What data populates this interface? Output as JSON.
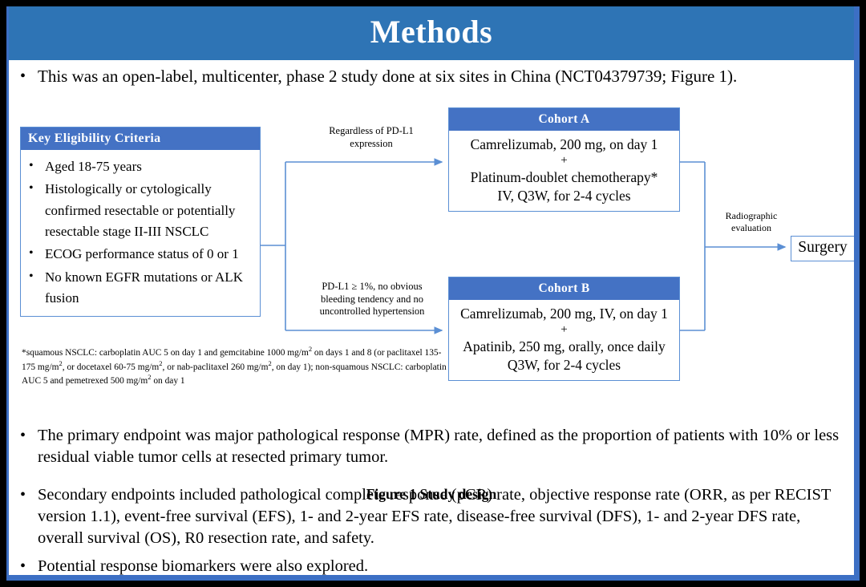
{
  "slide": {
    "title": "Methods",
    "accent_color": "#2e74b5",
    "box_header_color": "#4472c4",
    "connector_color": "#5b8fd4"
  },
  "intro_bullet": {
    "marker": "•",
    "text": "This was an open-label, multicenter, phase 2 study done at six sites in China (NCT04379739; Figure 1)."
  },
  "figure": {
    "caption": "Figure 1 Study design",
    "eligibility": {
      "header": "Key  Eligibility Criteria",
      "marker": "•",
      "items": [
        "Aged 18-75 years",
        "Histologically or cytologically confirmed resectable or potentially resectable stage II-III  NSCLC",
        "ECOG performance status of 0 or 1",
        "No known EGFR mutations or ALK fusion"
      ]
    },
    "cohort_a": {
      "header": "Cohort A",
      "line1": "Camrelizumab, 200 mg, on day 1",
      "plus": "+",
      "line2": "Platinum-doublet chemotherapy*",
      "line3": "IV, Q3W, for 2-4 cycles"
    },
    "cohort_b": {
      "header": "Cohort B",
      "line1": "Camrelizumab, 200 mg, IV, on day 1",
      "plus": "+",
      "line2": "Apatinib, 250 mg, orally, once daily",
      "line3": "Q3W, for 2-4 cycles"
    },
    "connector_label_a": "Regardless  of PD-L1\nexpression",
    "connector_label_b": "PD-L1 ≥ 1%, no obvious\nbleeding tendency  and no\nuncontrolled  hypertension",
    "connector_label_surgery": "Radiographic\nevaluation",
    "surgery": "Surgery",
    "footnote": {
      "part1": "*squamous NSCLC: carboplatin AUC 5 on day 1 and gemcitabine 1000 mg/m",
      "sup1": "2",
      "part2": " on days 1 and 8 (or paclitaxel 135-175  mg/m",
      "sup2": "2",
      "part3": ", or docetaxel 60-75 mg/m",
      "sup3": "2",
      "part4": ", or nab-paclitaxel 260 mg/m",
      "sup4": "2",
      "part5": ", on day 1); non-squamous NSCLC: carboplatin AUC 5 and pemetrexed 500 mg/m",
      "sup5": "2",
      "part6": " on day 1"
    }
  },
  "endpoint_bullets": [
    {
      "marker": "•",
      "text": "The primary endpoint was major pathological response (MPR) rate, defined as the proportion of patients with 10% or less residual viable tumor cells at resected primary tumor."
    },
    {
      "marker": "•",
      "text": "Secondary endpoints included pathological complete response (pCR) rate, objective response rate (ORR, as per RECIST version 1.1), event-free survival (EFS), 1- and 2-year EFS rate, disease-free survival (DFS), 1- and 2-year DFS rate, overall survival (OS), R0 resection rate, and safety."
    },
    {
      "marker": "•",
      "text": "Potential response biomarkers were also explored."
    }
  ]
}
